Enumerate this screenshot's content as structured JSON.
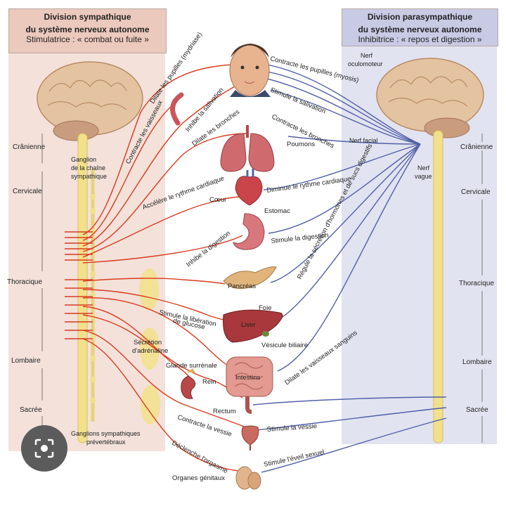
{
  "sympathetic": {
    "title_line1": "Division sympathique",
    "title_line2": "du système nerveux autonome",
    "subtitle": "Stimulatrice : « combat ou fuite »"
  },
  "parasympathetic": {
    "title_line1": "Division parasympathique",
    "title_line2": "du système nerveux autonome",
    "subtitle": "Inhibitrice : « repos et digestion »"
  },
  "spinal_levels": [
    "Crânienne",
    "Cervicale",
    "Thoracique",
    "Lombaire",
    "Sacrée"
  ],
  "left_labels": {
    "ganglion_chain_1": "Ganglion",
    "ganglion_chain_2": "de la chaîne",
    "ganglion_chain_3": "sympathique",
    "prevertebral_1": "Ganglions sympathiques",
    "prevertebral_2": "prévertébraux"
  },
  "right_labels": {
    "oculomotor_1": "Nerf",
    "oculomotor_2": "oculomoteur",
    "facial": "Nerf facial",
    "vagus_1": "Nerf",
    "vagus_2": "vague"
  },
  "sympathetic_actions": [
    "Dilate les pupilles (mydriase)",
    "Contracte les vaisseaux",
    "Inhibe la salivation",
    "Dilate les bronches",
    "Accélère le rythme cardiaque",
    "Inhibe la digestion",
    "Stimule la libération de glucose",
    "Sécrétion d'adrénaline",
    "Contracte la vessie",
    "Déclenche l'orgasme"
  ],
  "parasympathetic_actions": [
    "Contracte les pupilles (myosis)",
    "Stimule la salivation",
    "Contracte les bronches",
    "Diminue le rythme cardiaque",
    "Stimule la digestion",
    "Régule la sécrétion d'hormones et de sucs digestifs",
    "Dilate les vaisseaux sanguins",
    "Stimule la vessie",
    "Stimule l'éveil sexuel"
  ],
  "organs": {
    "lungs": "Poumons",
    "heart": "Cœur",
    "stomach": "Estomac",
    "pancreas": "Pancréas",
    "liver": "Liver",
    "liver_fr": "Foie",
    "gallbladder": "Vésicule biliaire",
    "adrenal": "Glande surrénale",
    "kidney": "Rein",
    "intestines": "Intestins",
    "rectum": "Rectum",
    "genitals": "Organes génitaux"
  },
  "colors": {
    "sympathetic": "#d93b1f",
    "parasympathetic": "#5160a8",
    "spine": "#f2e08a",
    "organ": "#c9555a",
    "left_bg": "#f3e1da",
    "right_bg": "#e2e3f1"
  },
  "icons": [
    "brain-icon",
    "face-icon",
    "lungs-icon",
    "heart-icon",
    "stomach-icon",
    "pancreas-icon",
    "liver-icon",
    "kidney-icon",
    "intestines-icon",
    "bladder-icon",
    "genitals-icon",
    "lens-search-icon"
  ]
}
